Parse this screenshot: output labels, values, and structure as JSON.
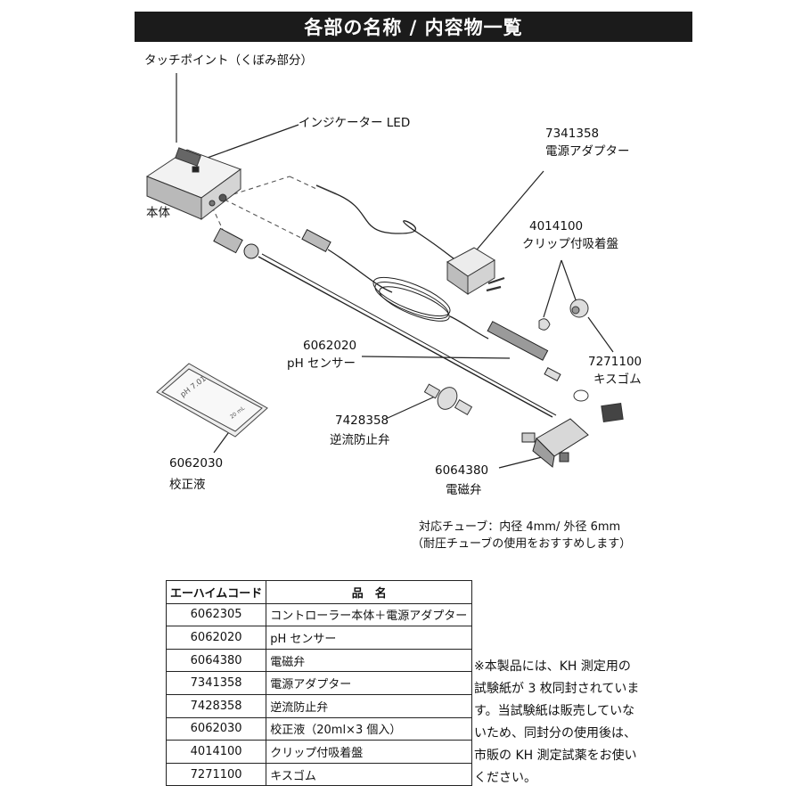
{
  "header": {
    "title": "各部の名称 / 内容物一覧"
  },
  "labels": {
    "touch_point": "タッチポイント（くぼみ部分）",
    "indicator_led": "インジケーター LED",
    "main_body": "本体",
    "adapter_code": "7341358",
    "adapter_name": "電源アダプター",
    "clip_code": "4014100",
    "clip_name": "クリップ付吸着盤",
    "kiss_code": "7271100",
    "kiss_name": "キスゴム",
    "ph_code": "6062020",
    "ph_name": "pH センサー",
    "check_code": "7428358",
    "check_name": "逆流防止弁",
    "solution_code": "6062030",
    "solution_name": "校正液",
    "valve_code": "6064380",
    "valve_name": "電磁弁",
    "tube_line1": "対応チューブ：内径 4mm/ 外径 6mm",
    "tube_line2": "（耐圧チューブの使用をおすすめします）",
    "sachet_text1": "pH 7.01",
    "sachet_text2": "20 mL"
  },
  "table": {
    "headers": [
      "エーハイムコード",
      "品　名"
    ],
    "rows": [
      {
        "code": "6062305",
        "name": "コントローラー本体＋電源アダプター"
      },
      {
        "code": "6062020",
        "name": "pH センサー"
      },
      {
        "code": "6064380",
        "name": "電磁弁"
      },
      {
        "code": "7341358",
        "name": "電源アダプター"
      },
      {
        "code": "7428358",
        "name": "逆流防止弁"
      },
      {
        "code": "6062030",
        "name": "校正液（20ml×3 個入）"
      },
      {
        "code": "4014100",
        "name": "クリップ付吸着盤"
      },
      {
        "code": "7271100",
        "name": "キスゴム"
      }
    ]
  },
  "note": {
    "lines": [
      "※本製品には、KH 測定用の",
      "試験紙が 3 枚同封されていま",
      "す。当試験紙は販売していな",
      "いため、同封分の使用後は、",
      "市販の KH 測定試薬をお使い",
      "ください。"
    ]
  }
}
